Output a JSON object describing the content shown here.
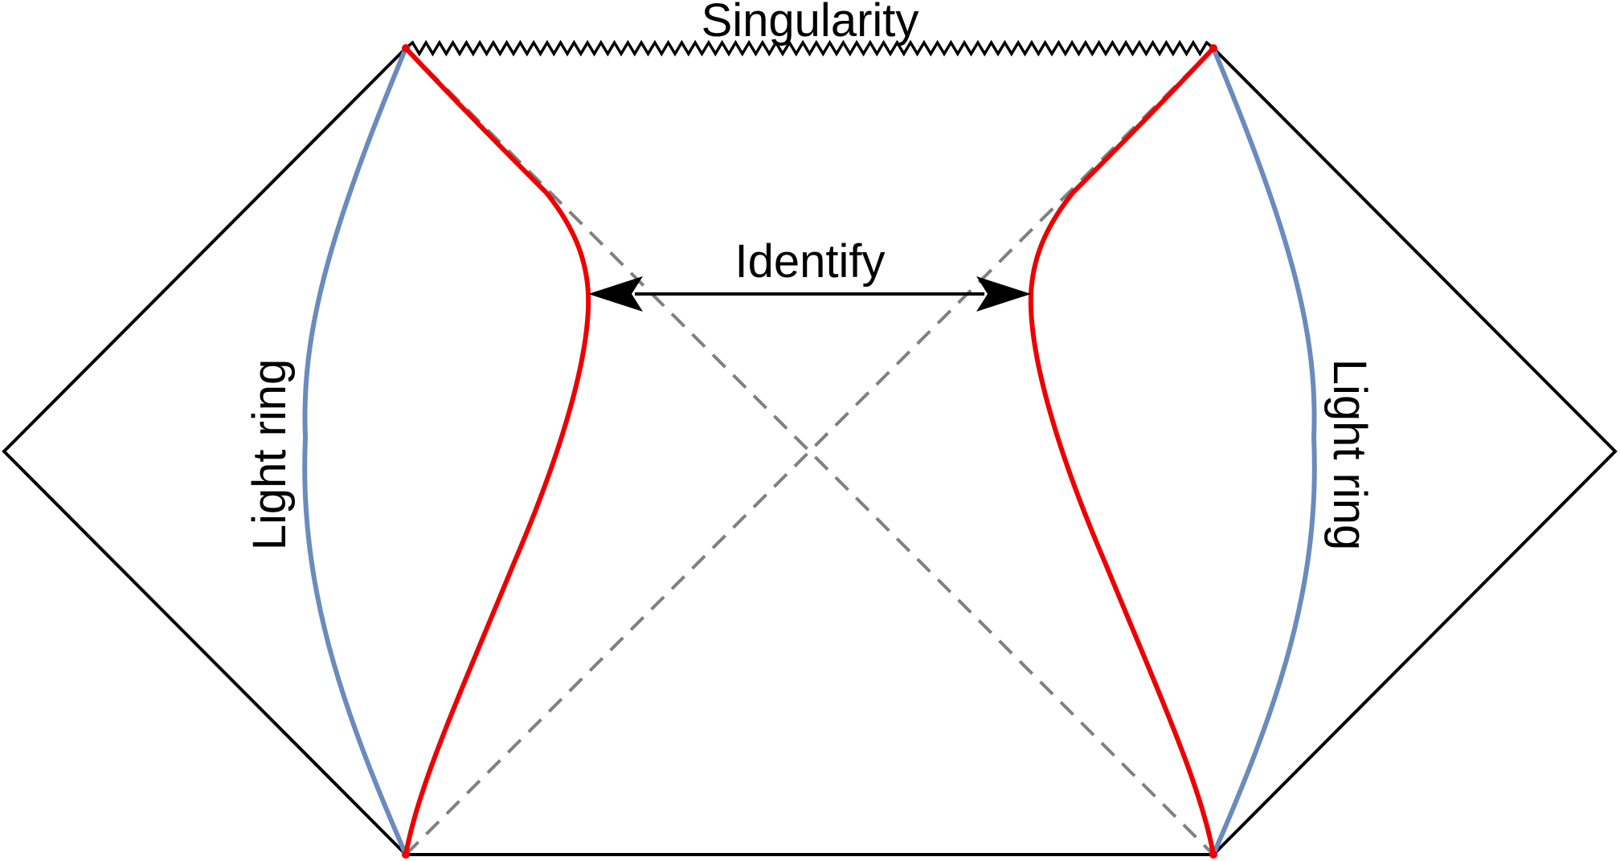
{
  "labels": {
    "singularity": "Singularity",
    "identify": "Identify",
    "light_ring_left": "Light ring",
    "light_ring_right": "Light ring"
  },
  "colors": {
    "boundary": "#000000",
    "light_ring": "#6a8bbd",
    "worldline": "#ee0000",
    "horizon": "#808080",
    "arrow": "#000000"
  }
}
